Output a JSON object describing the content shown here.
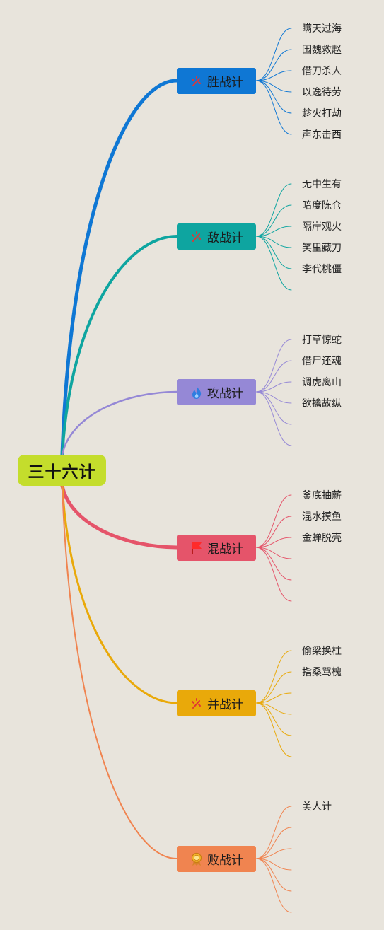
{
  "root": {
    "label": "三十六计",
    "color": "#c4dd2c"
  },
  "branches": [
    {
      "label": "胜战计",
      "color": "#0f77d4",
      "icon": "fireworks-icon",
      "leaves": [
        "瞒天过海",
        "围魏救赵",
        "借刀杀人",
        "以逸待劳",
        "趁火打劫",
        "声东击西"
      ]
    },
    {
      "label": "敌战计",
      "color": "#0ea5a0",
      "icon": "fireworks-icon",
      "leaves": [
        "无中生有",
        "暗度陈仓",
        "隔岸观火",
        "笑里藏刀",
        "李代桃僵",
        ""
      ]
    },
    {
      "label": "攻战计",
      "color": "#9588d6",
      "icon": "flame-icon",
      "leaves": [
        "打草惊蛇",
        "借尸还魂",
        "调虎离山",
        "欲擒故纵",
        "",
        ""
      ]
    },
    {
      "label": "混战计",
      "color": "#e5546a",
      "icon": "red-flag-icon",
      "leaves": [
        "釜底抽薪",
        "混水摸鱼",
        "金蝉脱壳",
        "",
        "",
        ""
      ]
    },
    {
      "label": "并战计",
      "color": "#e9a90a",
      "icon": "fireworks-icon",
      "leaves": [
        "偷梁换柱",
        "指桑骂槐",
        "",
        "",
        "",
        ""
      ]
    },
    {
      "label": "败战计",
      "color": "#f08450",
      "icon": "medal-icon",
      "leaves": [
        "美人计",
        "",
        "",
        "",
        "",
        ""
      ]
    }
  ]
}
